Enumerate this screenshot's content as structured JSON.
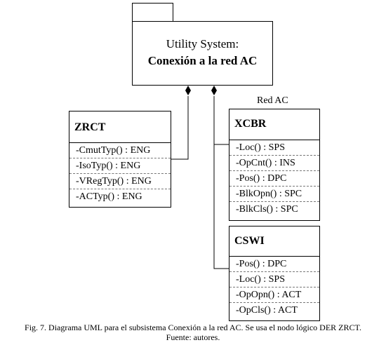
{
  "package": {
    "title_line1": "Utility System:",
    "title_line2": "Conexión a la red AC"
  },
  "group_label": "Red AC",
  "classes": {
    "zrct": {
      "name": "ZRCT",
      "attributes": [
        "-CmutTyp() : ENG",
        "-IsoTyp() : ENG",
        "-VRegTyp() : ENG",
        "-ACTyp() : ENG"
      ]
    },
    "xcbr": {
      "name": "XCBR",
      "attributes": [
        "-Loc() : SPS",
        "-OpCnt() : INS",
        "-Pos() : DPC",
        "-BlkOpn() : SPC",
        "-BlkCls() : SPC"
      ]
    },
    "cswi": {
      "name": "CSWI",
      "attributes": [
        "-Pos() : DPC",
        "-Loc() : SPS",
        "-OpOpn() : ACT",
        "-OpCls() : ACT"
      ]
    }
  },
  "caption": {
    "line1": "Fig. 7. Diagrama UML para el subsistema Conexión a la red AC. Se usa el nodo lógico DER ZRCT.",
    "line2": "Fuente: autores."
  }
}
